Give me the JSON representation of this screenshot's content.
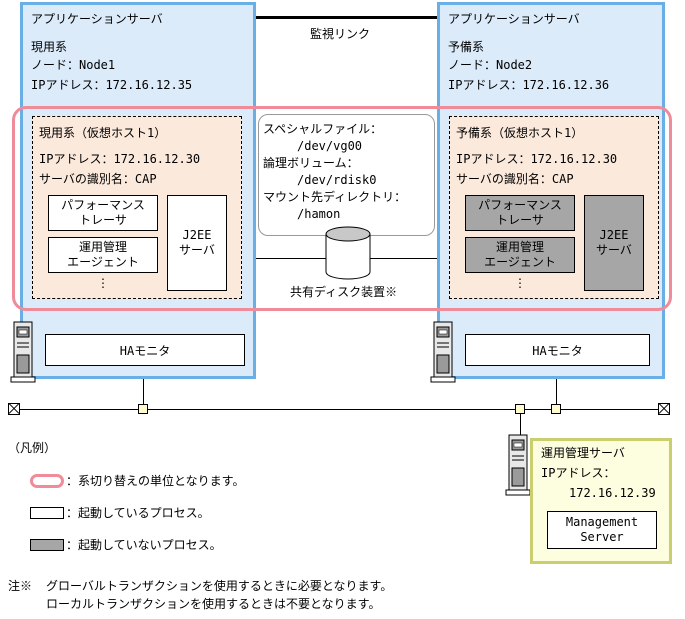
{
  "primary_server": {
    "title": "アプリケーションサーバ",
    "role": "現用系",
    "node": "ノード：Node1",
    "ip": "IPアドレス：172.16.12.35"
  },
  "standby_server": {
    "title": "アプリケーションサーバ",
    "role": "予備系",
    "node": "ノード：Node2",
    "ip": "IPアドレス：172.16.12.36"
  },
  "monitor_link": "監視リンク",
  "primary_vhost": {
    "title": "現用系（仮想ホスト1）",
    "ip": "IPアドレス：172.16.12.30",
    "alias": "サーバの識別名：CAP",
    "perf_tracer": [
      "パフォーマンス",
      "トレーサ"
    ],
    "ops_agent": [
      "運用管理",
      "エージェント"
    ],
    "j2ee": [
      "J2EE",
      "サーバ"
    ],
    "more": "⋮"
  },
  "standby_vhost": {
    "title": "予備系（仮想ホスト1）",
    "ip": "IPアドレス：172.16.12.30",
    "alias": "サーバの識別名：CAP",
    "perf_tracer": [
      "パフォーマンス",
      "トレーサ"
    ],
    "ops_agent": [
      "運用管理",
      "エージェント"
    ],
    "j2ee": [
      "J2EE",
      "サーバ"
    ],
    "more": "⋮"
  },
  "shared_disk": {
    "lines": [
      "スペシャルファイル：",
      "/dev/vg00",
      "論理ボリューム：",
      "/dev/rdisk0",
      "マウント先ディレクトリ：",
      "/hamon"
    ],
    "label": "共有ディスク装置※"
  },
  "hamonitor": "HAモニタ",
  "mgmt_server": {
    "title": "運用管理サーバ",
    "ip_label": "IPアドレス：",
    "ip": "172.16.12.39",
    "box": [
      "Management",
      "Server"
    ]
  },
  "legend": {
    "title": "（凡例）",
    "failover_unit": "：系切り替えの単位となります。",
    "running": "：起動しているプロセス。",
    "not_running": "：起動していないプロセス。"
  },
  "notes": {
    "mark": "注※",
    "line1": "グローバルトランザクションを使用するときに必要となります。",
    "line2": "ローカルトランザクションを使用するときは不要となります。"
  },
  "colors": {
    "server_fill": "#dcebfa",
    "server_border": "#6aaee6",
    "vhost_fill": "#fbe9dc",
    "failover_border": "#f08b9a",
    "not_running_fill": "#a6a6a6",
    "mgmt_fill": "#fdfde0",
    "mgmt_border": "#c9cf6e"
  }
}
